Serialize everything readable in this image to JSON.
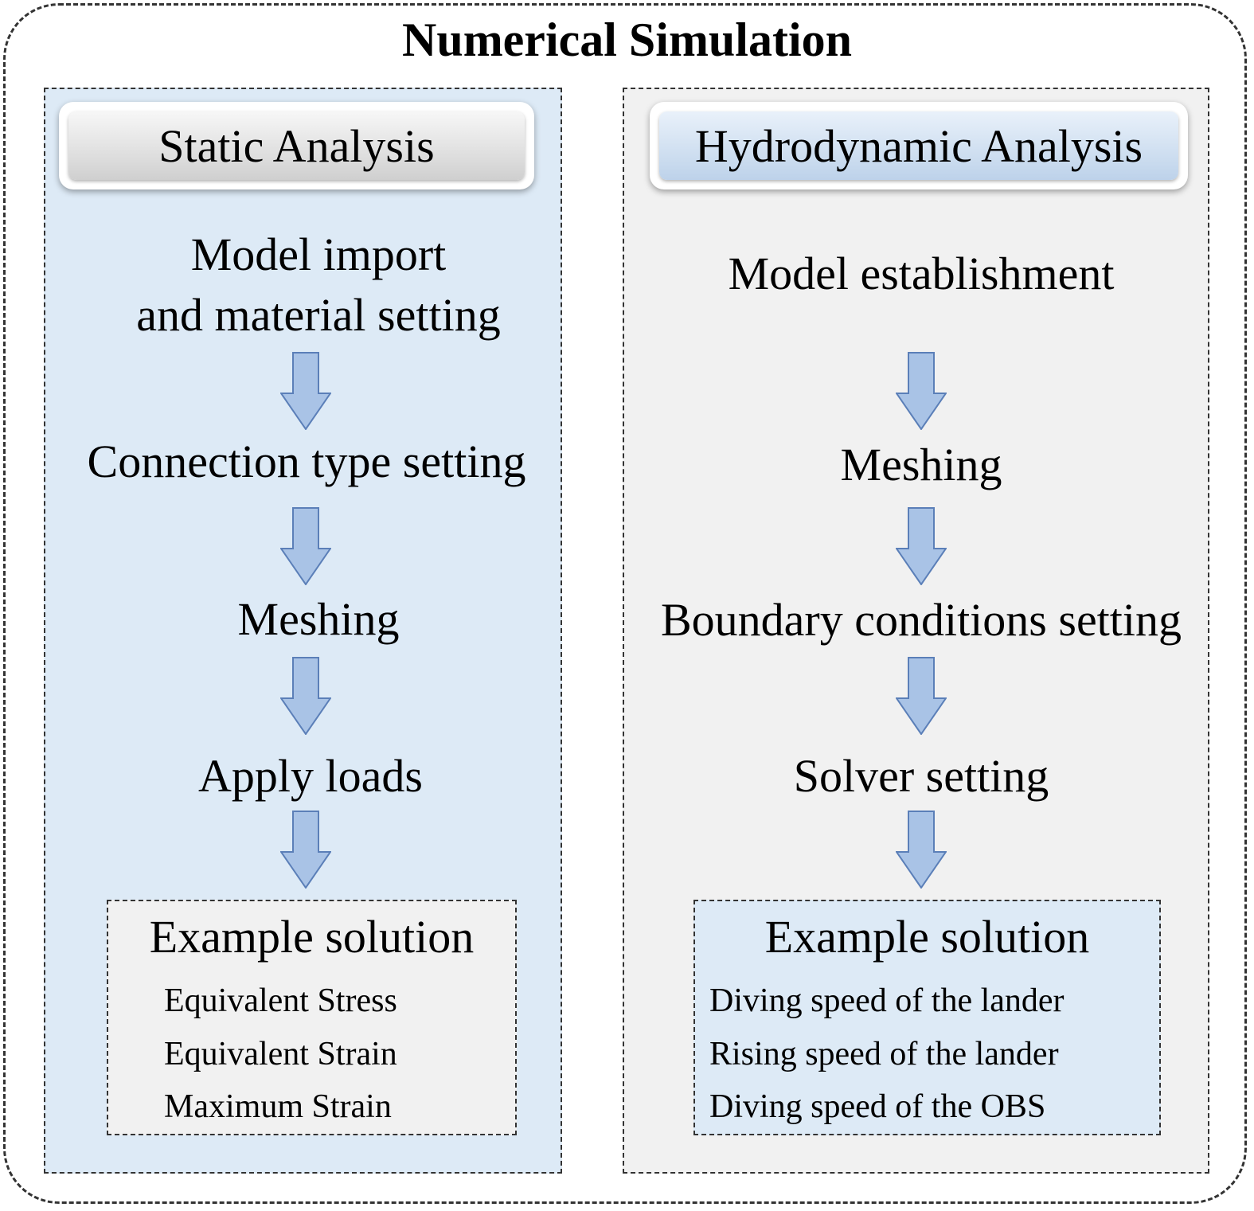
{
  "title": "Numerical Simulation",
  "left": {
    "header": "Static Analysis",
    "steps": [
      "Model import",
      "and material setting",
      "Connection type setting",
      "Meshing",
      "Apply loads"
    ],
    "solution": {
      "title": "Example solution",
      "items": [
        "Equivalent  Stress",
        "Equivalent  Strain",
        "Maximum  Strain"
      ]
    }
  },
  "right": {
    "header": "Hydrodynamic Analysis",
    "steps": [
      "Model establishment",
      "Meshing",
      "Boundary conditions setting",
      "Solver setting"
    ],
    "solution": {
      "title": "Example solution",
      "items": [
        "Diving speed of the lander",
        "Rising speed of the lander",
        "Diving speed of the OBS"
      ]
    }
  },
  "colors": {
    "left_panel": "#ddeaf6",
    "right_panel": "#f1f1f1",
    "arrow_fill": "#a9c3e6",
    "arrow_stroke": "#5b7fb8"
  }
}
